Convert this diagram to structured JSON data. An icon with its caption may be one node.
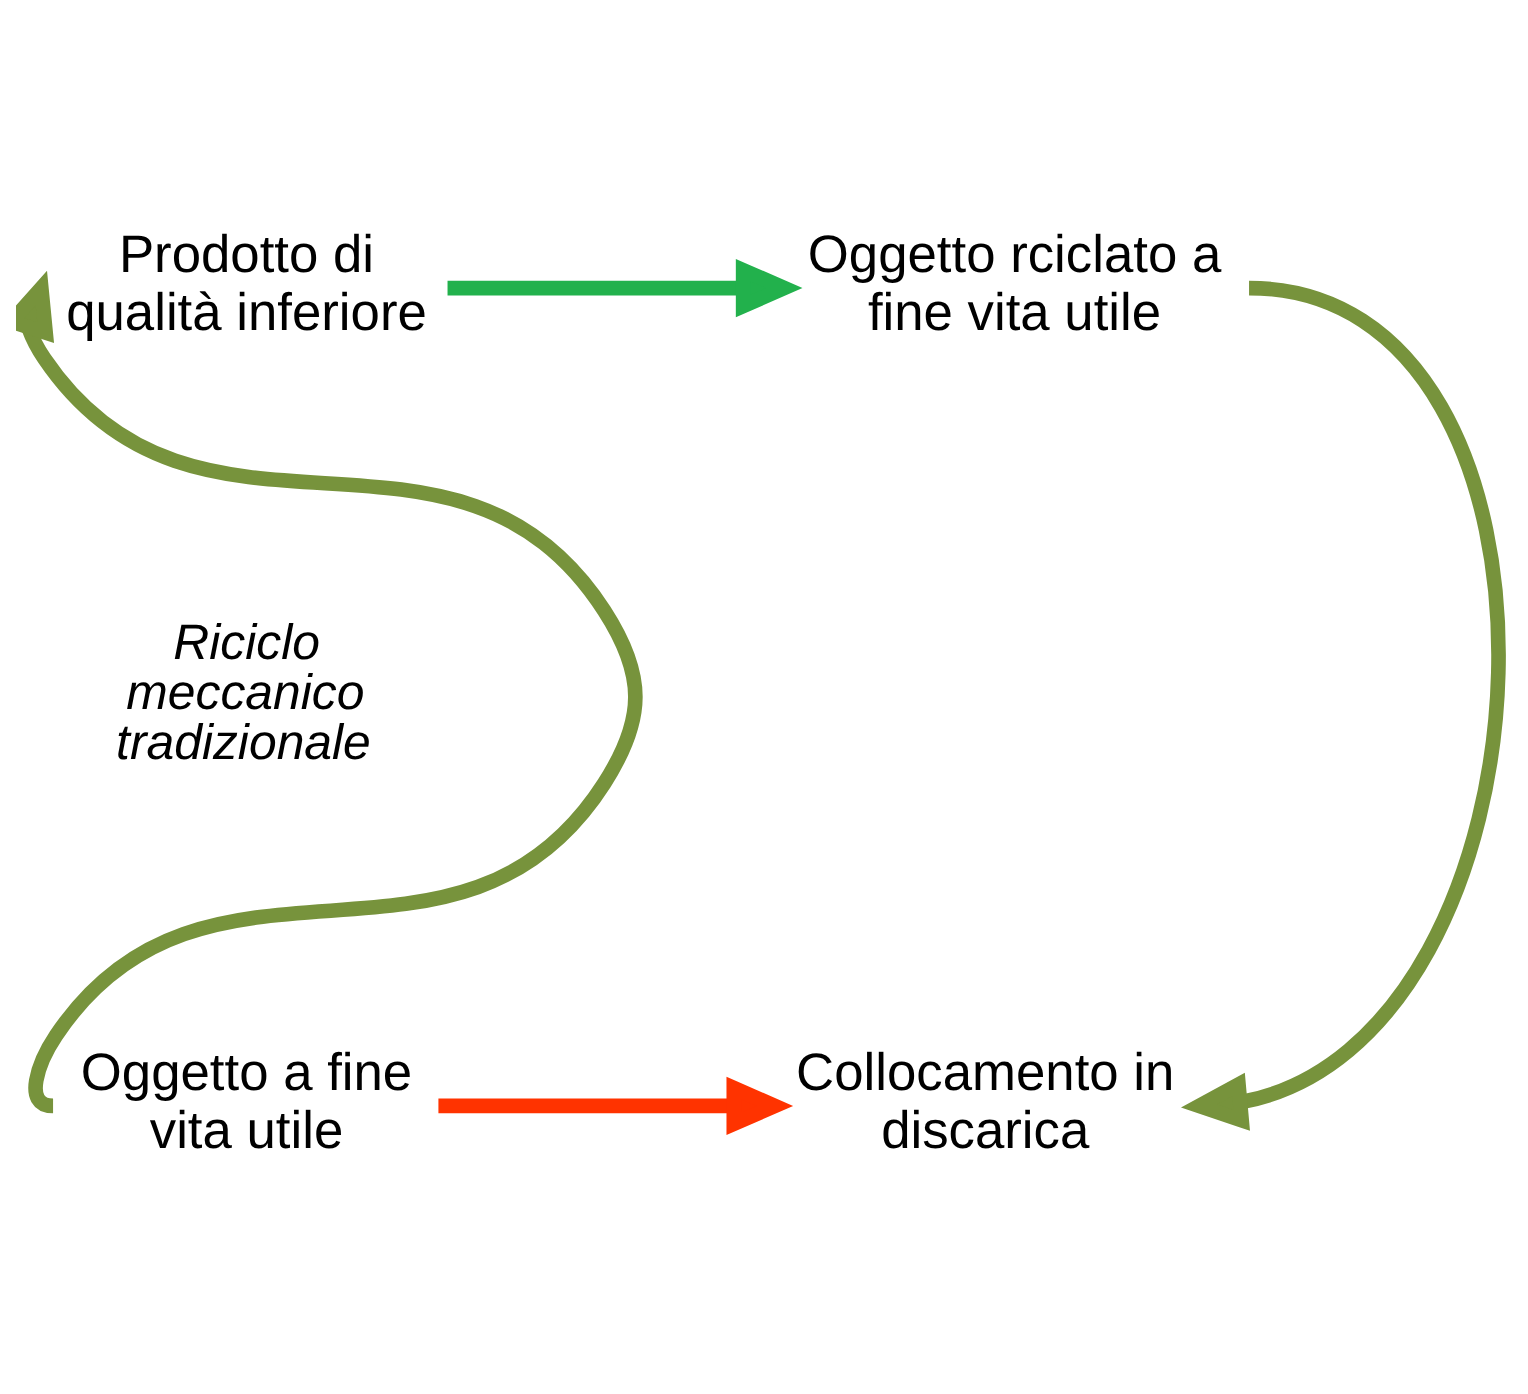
{
  "diagram": {
    "nodes": [
      {
        "text": [
          "Prodotto di qualità inferiore"
        ]
      },
      {
        "text": [
          "Oggetto rciclato a fine vita utile"
        ]
      },
      {
        "text": [
          "Oggetto a fine vita utile"
        ]
      },
      {
        "text": [
          "Collocamento in discarica"
        ]
      }
    ],
    "edges": [
      {
        "from": 0,
        "to": 1,
        "arrow": "to",
        "color": "#22b14c"
      },
      {
        "from": 1,
        "to": 3,
        "arrow": "to"
      },
      {
        "from": 2,
        "to": 0,
        "arrow": "to"
      },
      {
        "from": 2,
        "to": 3,
        "arrow": "to",
        "color": "#ff3300"
      }
    ],
    "labels": [
      "Riciclo meccanico tradizionale"
    ]
  }
}
